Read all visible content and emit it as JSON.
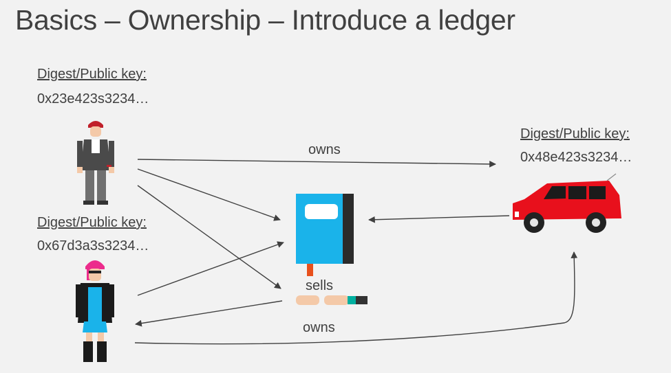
{
  "slide": {
    "title": "Basics – Ownership – Introduce a ledger"
  },
  "person_top": {
    "key_label": "Digest/Public key:",
    "key_value": "0x23e423s3234…"
  },
  "person_bottom": {
    "key_label": "Digest/Public key:",
    "key_value": "0x67d3a3s3234…"
  },
  "car": {
    "key_label": "Digest/Public key:",
    "key_value": "0x48e423s3234…",
    "color": "#e8101c"
  },
  "edges": {
    "owns_top": "owns",
    "sells": "sells",
    "owns_bottom": "owns"
  },
  "icons": {
    "person_top": "man-icon",
    "person_bottom": "woman-icon",
    "ledger": "ledger-book-icon",
    "handshake": "handshake-icon",
    "car": "car-icon"
  },
  "colors": {
    "ledger": "#1ab3ea",
    "arrow": "#404040"
  }
}
